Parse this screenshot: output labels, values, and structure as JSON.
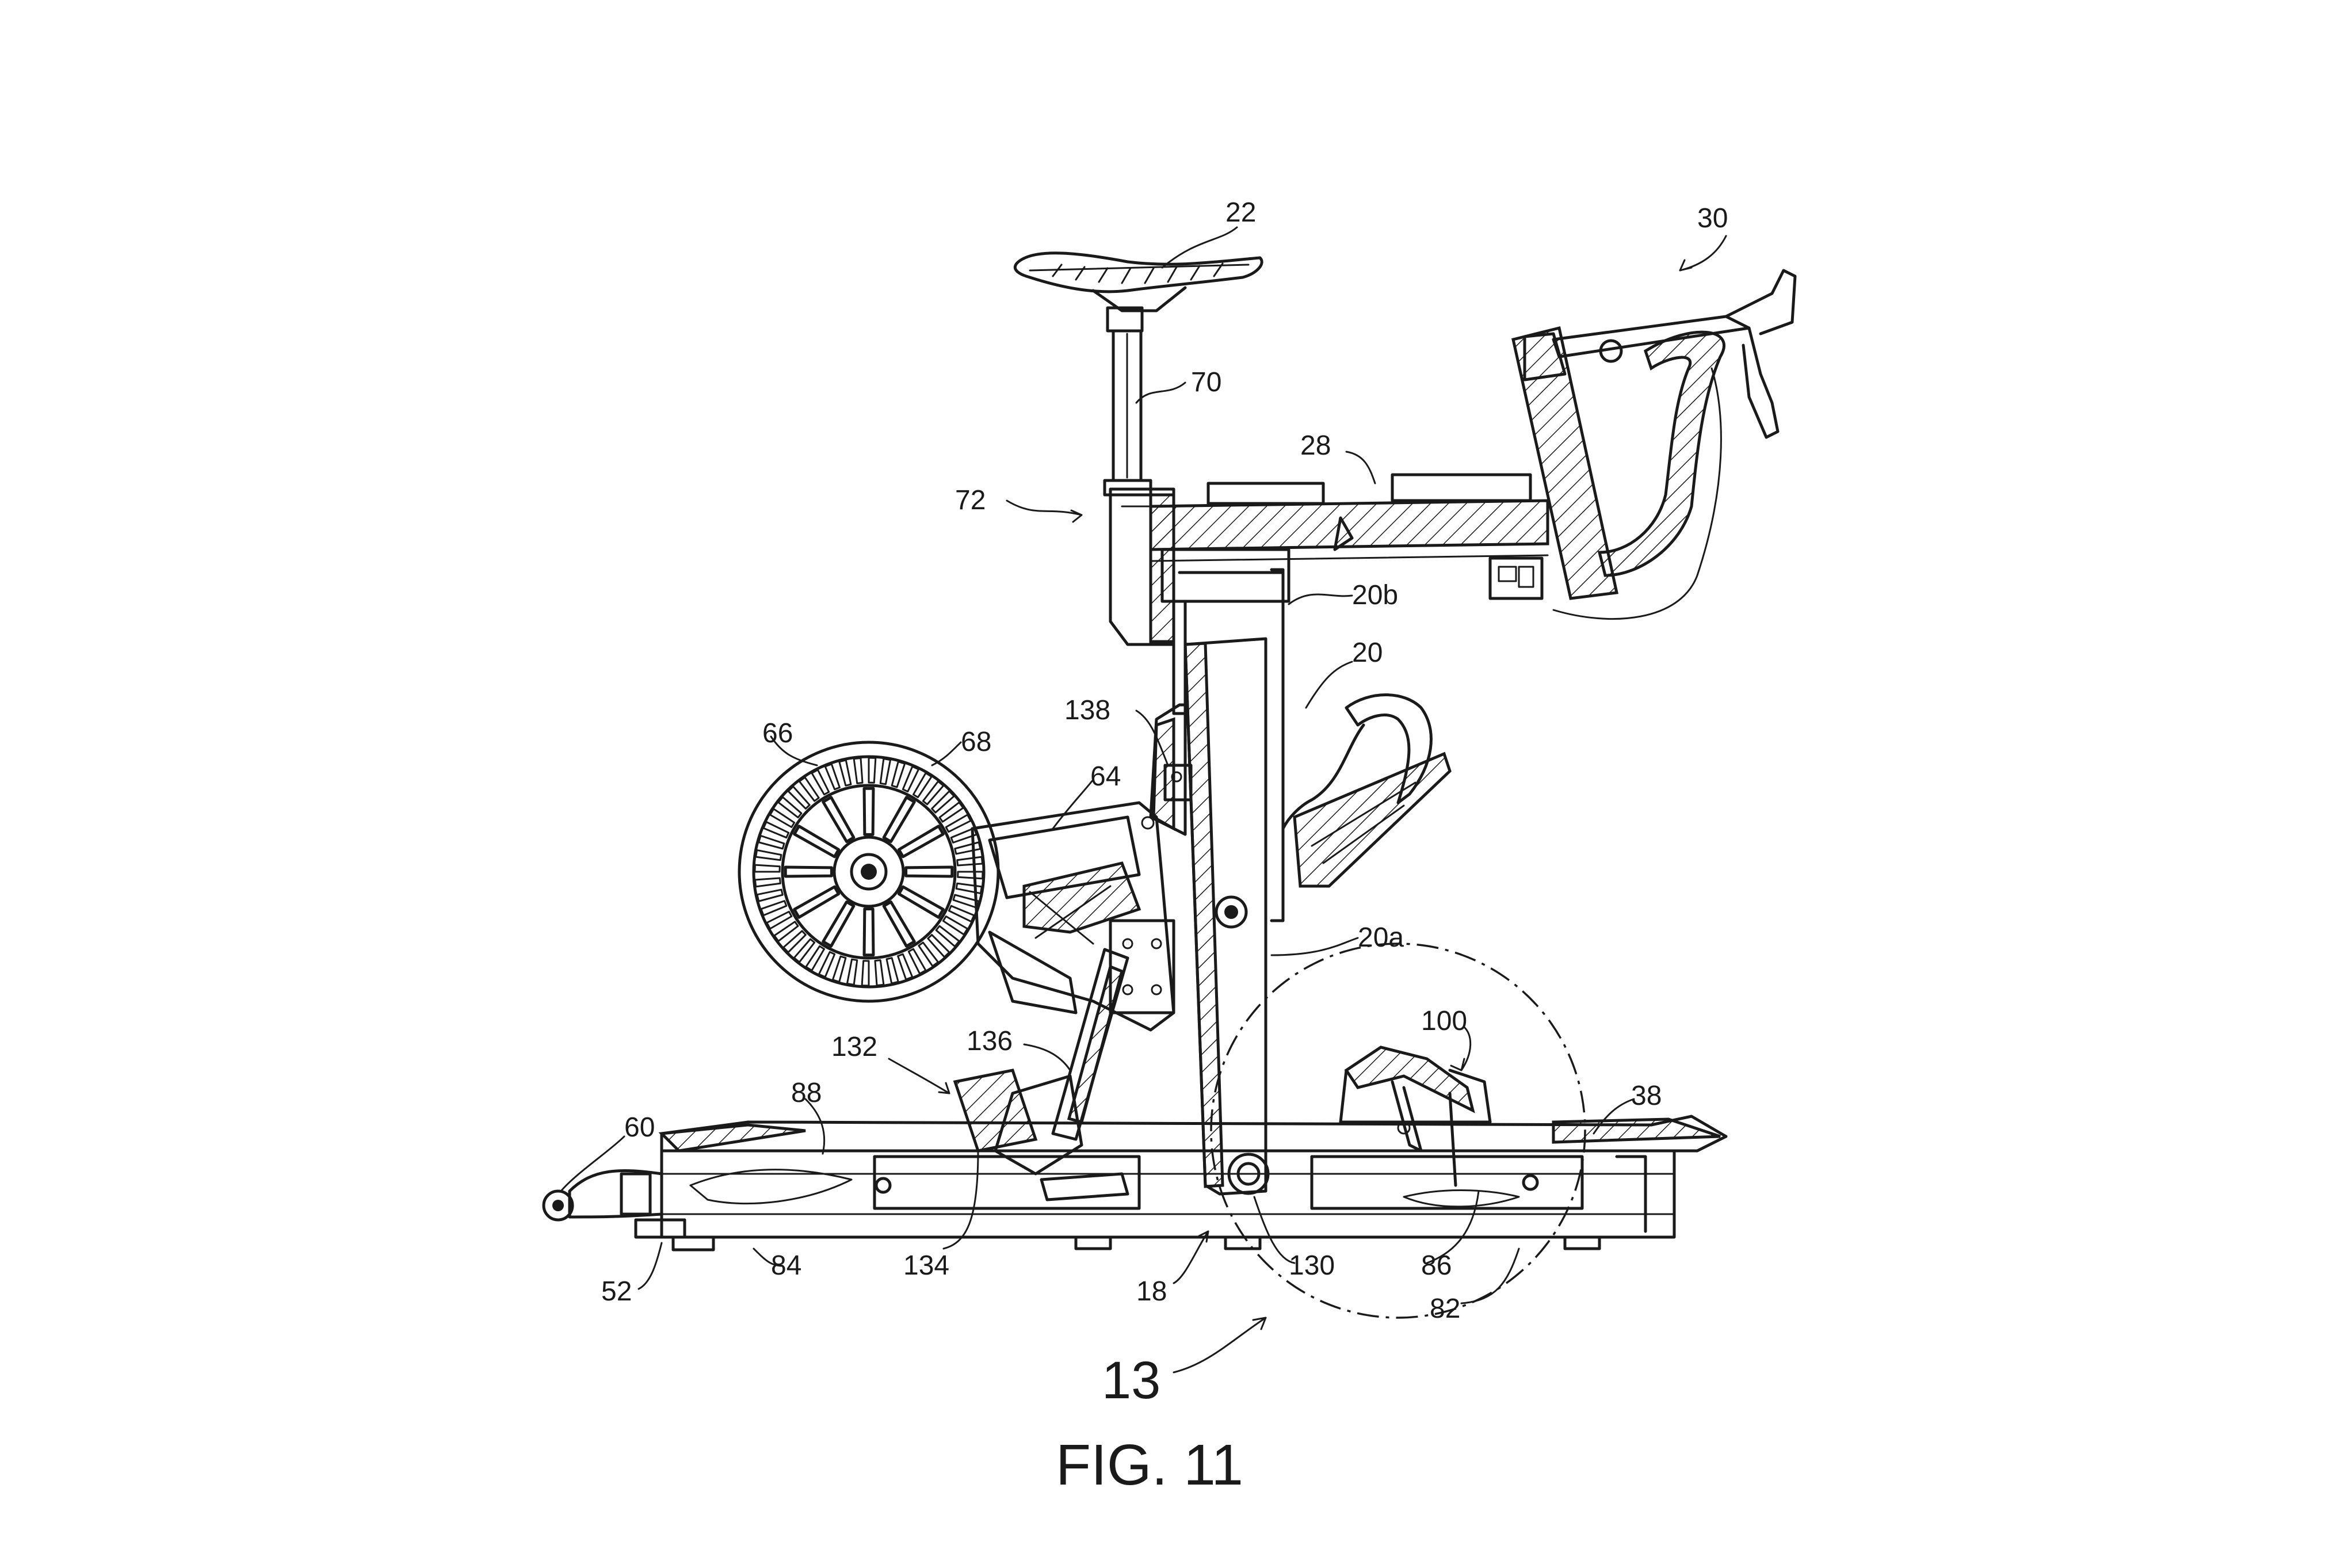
{
  "figure": {
    "caption": "FIG. 11",
    "detail_callout": "13"
  },
  "labels": {
    "saddle": "22",
    "handlebar_assembly": "30",
    "seat_post": "70",
    "seat_clamp": "72",
    "top_beam": "28",
    "upper_mast": "20b",
    "mast": "20",
    "bracket_138": "138",
    "flywheel_66": "66",
    "flywheel_68": "68",
    "arm_64": "64",
    "lower_mast": "20a",
    "detail_100": "100",
    "part_132": "132",
    "part_136": "136",
    "part_88": "88",
    "rear_end_38": "38",
    "wheel_60": "60",
    "foot_52": "52",
    "rail_84": "84",
    "link_134": "134",
    "base_18": "18",
    "pivot_130": "130",
    "part_86": "86",
    "part_82": "82"
  },
  "colors": {
    "ink": "#1a1a1a",
    "paper": "#ffffff"
  }
}
